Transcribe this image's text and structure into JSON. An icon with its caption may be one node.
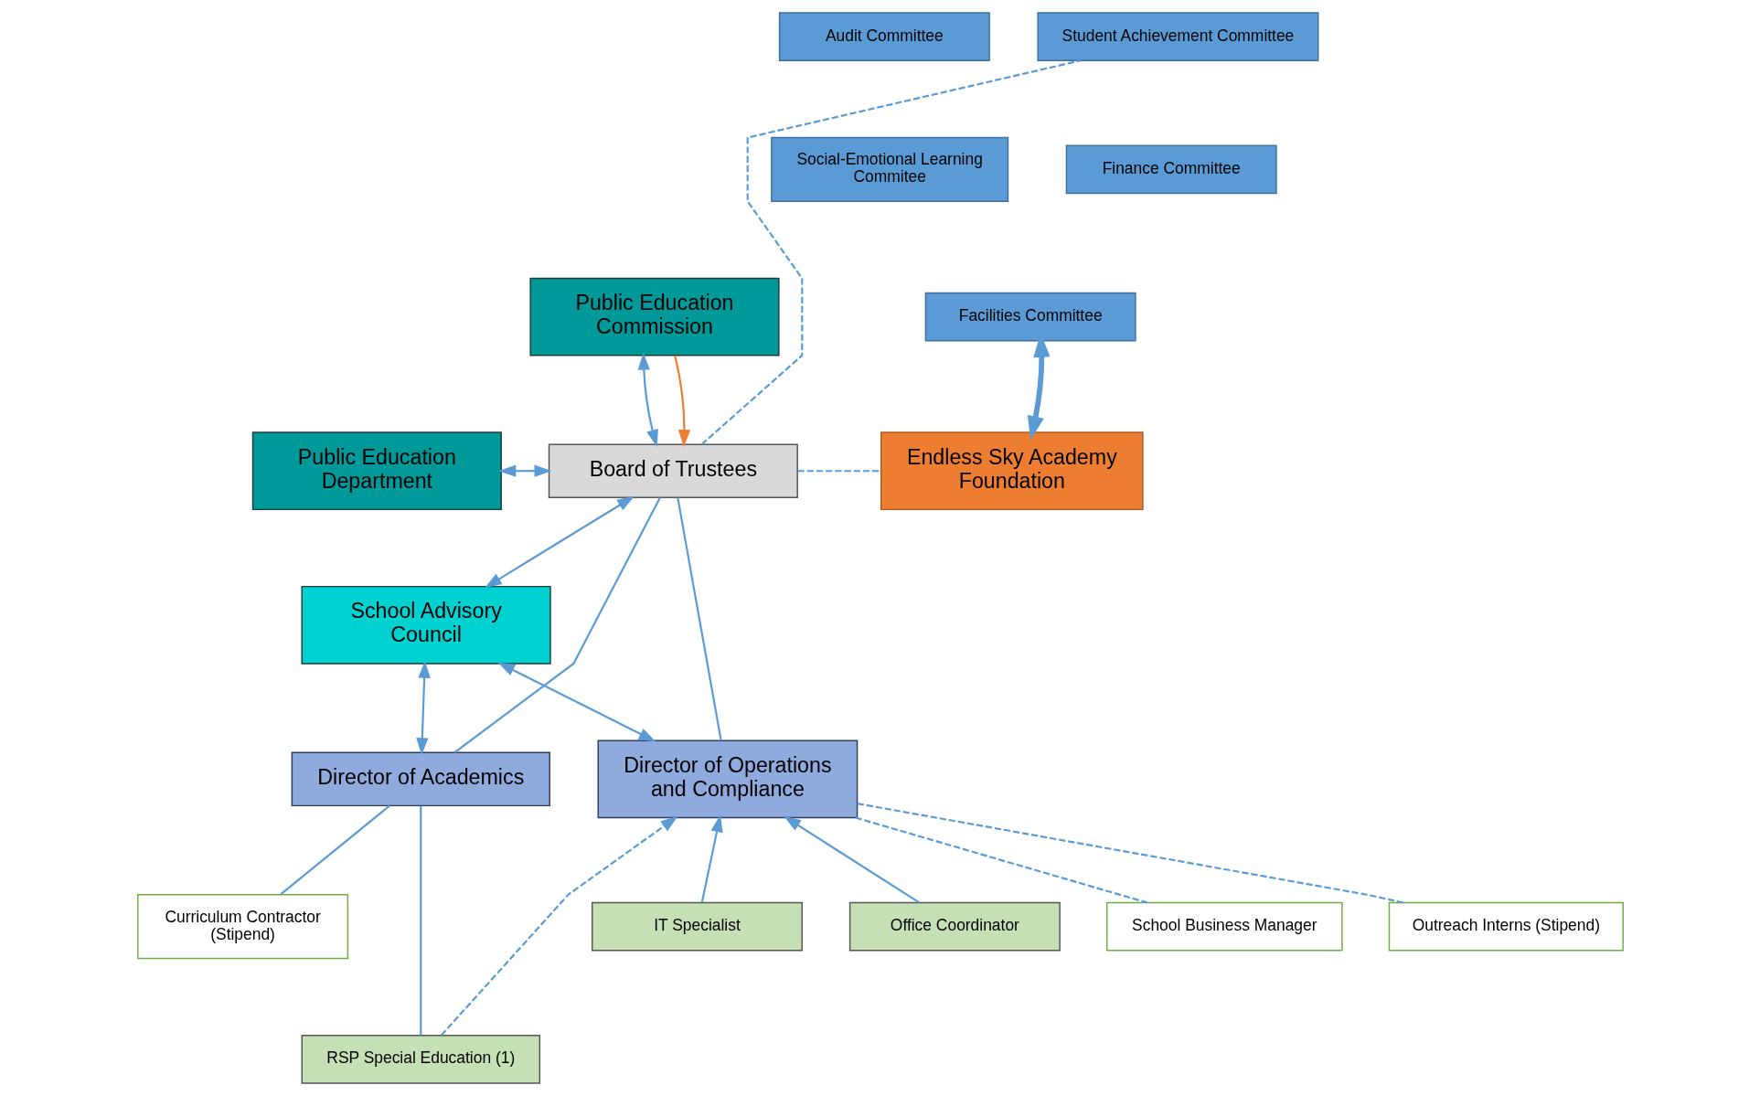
{
  "diagram": {
    "nodes": [
      {
        "text": [
          "Public Education Commission"
        ]
      },
      {
        "text": [
          "Public Education Department"
        ]
      },
      {
        "text": [
          "School Advisory Council"
        ]
      },
      {
        "text": [
          "Board of Trustees"
        ]
      },
      {
        "text": [
          "Student Achievement Committee"
        ]
      },
      {
        "text": [
          "Audit Committee"
        ]
      },
      {
        "text": [
          "Finance Committee"
        ]
      },
      {
        "text": [
          "Social-Emotional Learning Commitee"
        ]
      },
      {
        "text": [
          "Facilities Committee"
        ]
      },
      {
        "text": [
          "Endless Sky Academy Foundation"
        ]
      },
      {
        "text": [
          "Director of Academics"
        ]
      },
      {
        "text": [
          "Director of Operations and Compliance"
        ]
      },
      {
        "text": [
          "School Business Manager"
        ]
      },
      {
        "text": [
          "Outreach Interns (Stipend)"
        ]
      },
      {
        "text": [
          "Curriculum Contractor (Stipend)"
        ]
      },
      {
        "text": [
          "RSP Special Education (1)"
        ]
      },
      {
        "text": [
          "IT Specialist"
        ]
      },
      {
        "text": [
          "Office Coordinator"
        ]
      }
    ],
    "edges": [
      {
        "from": 0,
        "to": 3,
        "arrow": "both"
      },
      {
        "from": 0,
        "to": 3,
        "arrow": "to",
        "color": "#ed7d31"
      },
      {
        "from": 1,
        "to": 3,
        "arrow": "both"
      },
      {
        "from": 2,
        "to": 3,
        "arrow": "both"
      },
      {
        "from": 2,
        "to": 11,
        "arrow": "both"
      },
      {
        "from": 2,
        "to": 10,
        "arrow": "both"
      },
      {
        "from": 3,
        "to": 4,
        "arrow": "none",
        "style": "dashed"
      },
      {
        "from": 8,
        "to": 9,
        "arrow": "both",
        "style": "thick"
      },
      {
        "from": 3,
        "to": 9,
        "arrow": "none",
        "style": "dashed"
      },
      {
        "from": 3,
        "to": 10,
        "arrow": "none"
      },
      {
        "from": 3,
        "to": 11,
        "arrow": "none"
      },
      {
        "from": 11,
        "to": 12,
        "arrow": "none",
        "style": "dashed"
      },
      {
        "from": 11,
        "to": 13,
        "arrow": "none",
        "style": "dashed"
      },
      {
        "from": 10,
        "to": 14,
        "arrow": "none"
      },
      {
        "from": 10,
        "to": 15,
        "arrow": "none"
      },
      {
        "from": 15,
        "to": 11,
        "arrow": "to",
        "style": "dashed"
      },
      {
        "from": 16,
        "to": 11,
        "arrow": "to"
      },
      {
        "from": 17,
        "to": 11,
        "arrow": "to"
      }
    ]
  }
}
